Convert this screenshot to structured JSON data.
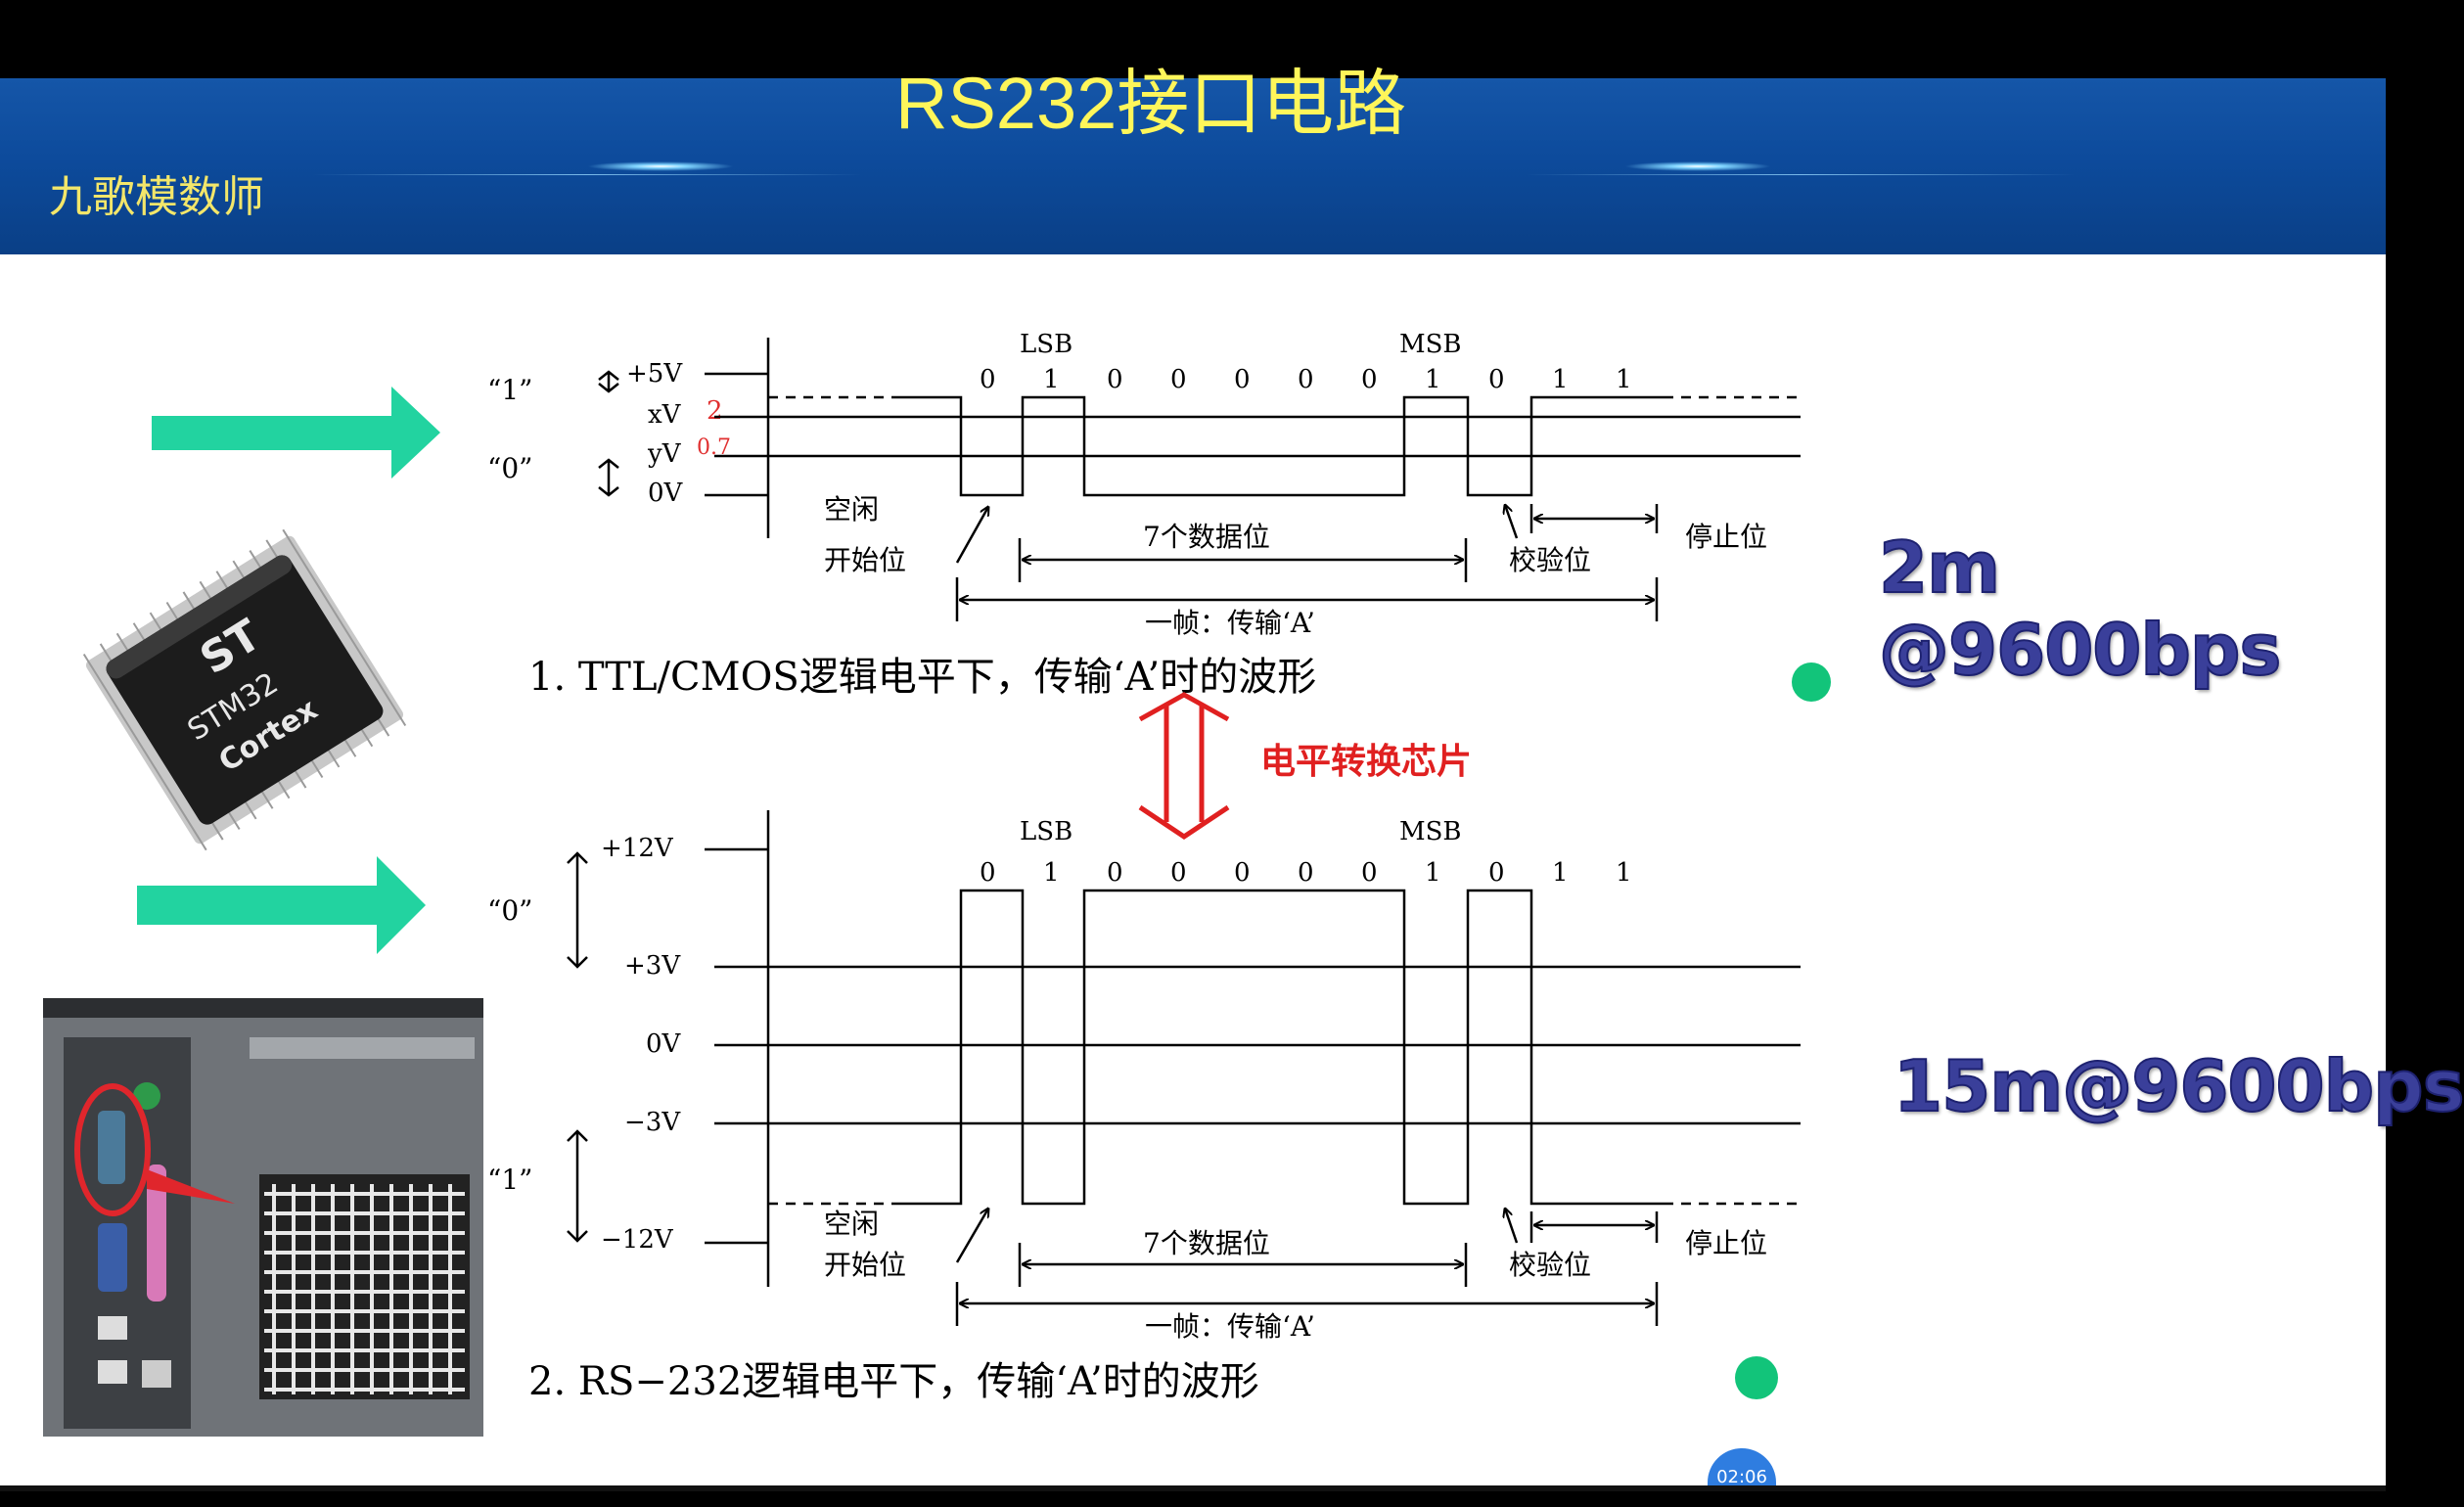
{
  "header": {
    "brand": "九歌模数师",
    "title": "RS232接口电路"
  },
  "diagram_ttl": {
    "logic_one": "“1”",
    "logic_zero": "“0”",
    "v_plus5": "+5V",
    "v_x": "xV",
    "v_y": "yV",
    "v_zero": "0V",
    "handwritten_x": "2",
    "handwritten_y": "0.7",
    "lsb": "LSB",
    "msb": "MSB",
    "bits": [
      "0",
      "1",
      "0",
      "0",
      "0",
      "0",
      "0",
      "1",
      "0",
      "1",
      "1"
    ],
    "idle": "空闲",
    "start_bit": "开始位",
    "data_bits": "7个数据位",
    "parity_bit": "校验位",
    "stop_bit": "停止位",
    "frame": "一帧：传输‘A’",
    "caption": "1. TTL/CMOS逻辑电平下，传输‘A’时的波形"
  },
  "converter_label": "电平转换芯片",
  "diagram_rs232": {
    "logic_zero": "“0”",
    "logic_one": "“1”",
    "v_plus12": "+12V",
    "v_plus3": "+3V",
    "v_zero": "0V",
    "v_minus3": "−3V",
    "v_minus12": "−12V",
    "lsb": "LSB",
    "msb": "MSB",
    "bits": [
      "0",
      "1",
      "0",
      "0",
      "0",
      "0",
      "0",
      "1",
      "0",
      "1",
      "1"
    ],
    "idle": "空闲",
    "start_bit": "开始位",
    "data_bits": "7个数据位",
    "parity_bit": "校验位",
    "stop_bit": "停止位",
    "frame": "一帧：传输‘A’",
    "caption": "2. RS−232逻辑电平下，传输‘A’时的波形"
  },
  "chip": {
    "logo": "ST",
    "line1": "STM32",
    "line2": "Cortex"
  },
  "specs": {
    "ttl": "2m @9600bps",
    "rs232": "15m@9600bps"
  },
  "video": {
    "time": "02:06"
  },
  "colors": {
    "arrow": "#22d3a0",
    "banner": "#0d4b9c",
    "title": "#fff65a",
    "converter": "#e02020",
    "spec": "#3a3f9a"
  }
}
